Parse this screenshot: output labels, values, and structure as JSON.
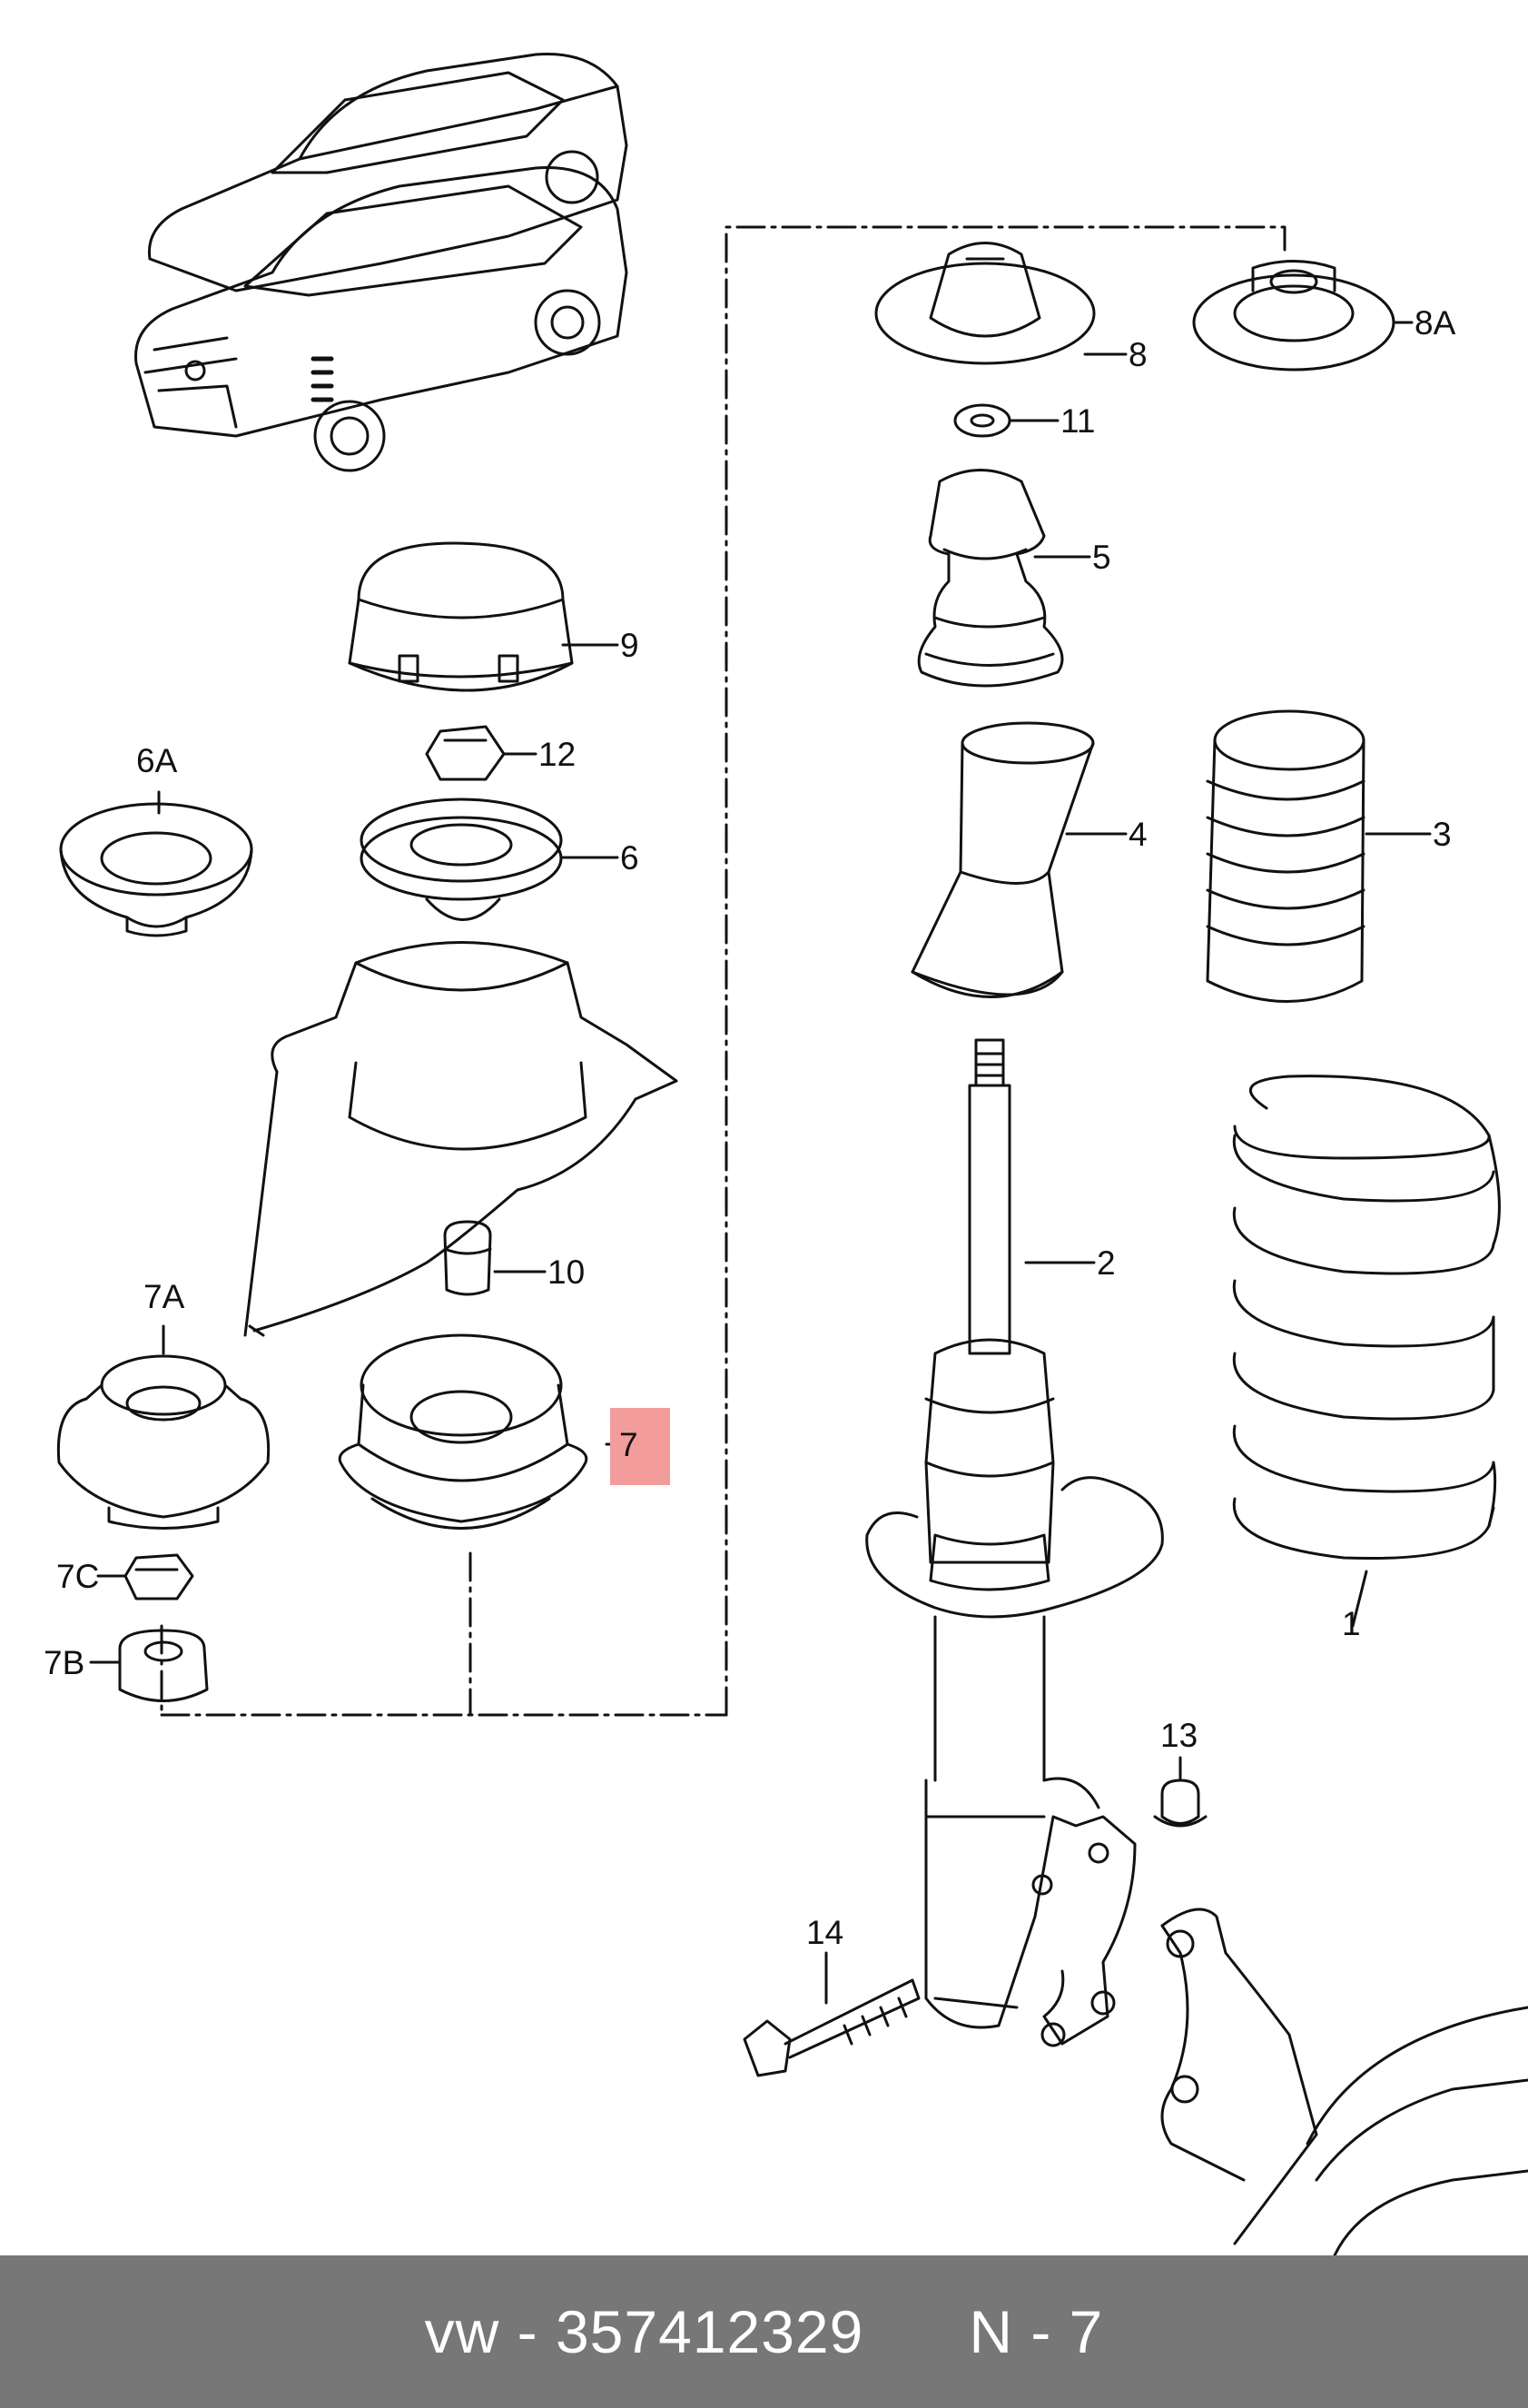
{
  "callouts": {
    "c1": "1",
    "c2": "2",
    "c3": "3",
    "c4": "4",
    "c5": "5",
    "c6": "6",
    "c6a": "6A",
    "c7": "7",
    "c7a": "7A",
    "c7b": "7B",
    "c7c": "7C",
    "c8": "8",
    "c8a": "8A",
    "c9": "9",
    "c10": "10",
    "c11": "11",
    "c12": "12",
    "c13": "13",
    "c14": "14"
  },
  "highlight_color": "#f39c9c",
  "footer": {
    "brand": "vw",
    "separator": " - ",
    "part_number": "357412329",
    "position_label": "N - 7"
  },
  "footer_color": "#777777"
}
